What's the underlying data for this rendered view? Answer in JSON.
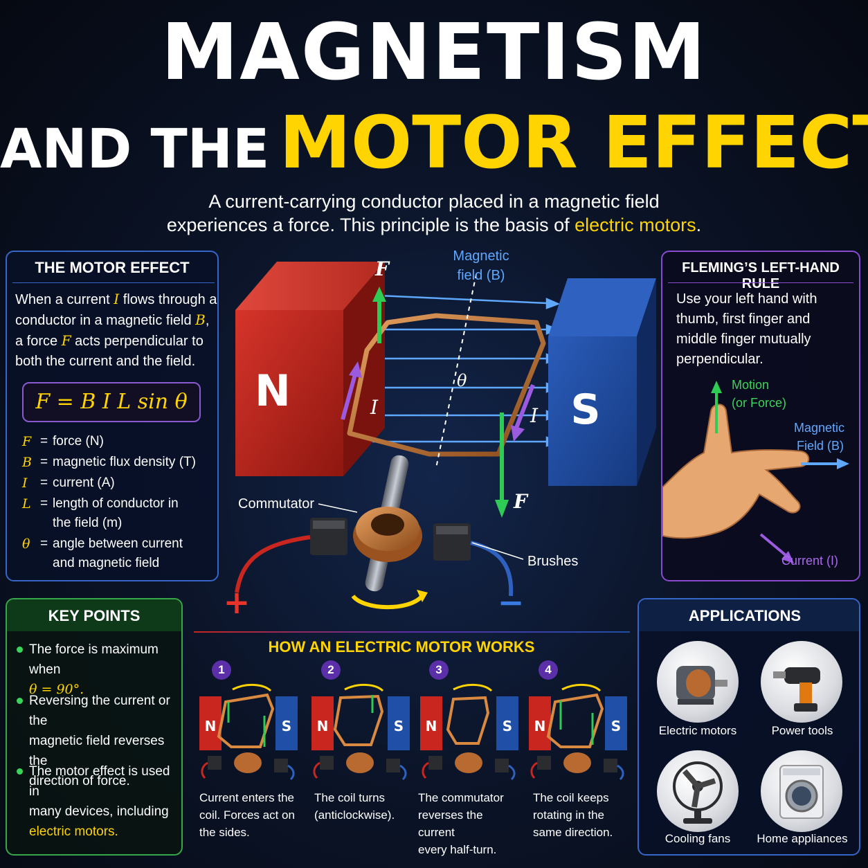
{
  "title": {
    "line1": "MAGNETISM",
    "line2_white": "AND THE",
    "line2_yellow": "MOTOR EFFECT"
  },
  "subtitle": {
    "line1": "A current-carrying conductor placed in a magnetic field",
    "line2_pre": "experiences a force. This principle is the basis of ",
    "line2_hl": "electric motors",
    "line2_post": "."
  },
  "motor_effect": {
    "heading": "THE MOTOR EFFECT",
    "desc_1": "When a current ",
    "desc_I": "I",
    "desc_2": " flows through a",
    "desc_3": "conductor in a magnetic field ",
    "desc_B": "B",
    "desc_4": ",",
    "desc_5": "a force ",
    "desc_F": "F",
    "desc_6": " acts perpendicular to",
    "desc_7": "both the current and the field.",
    "formula": "F = B I L sin θ",
    "definitions": [
      {
        "sym": "F",
        "eq": "=",
        "text": "force (N)"
      },
      {
        "sym": "B",
        "eq": "=",
        "text": "magnetic flux density (T)"
      },
      {
        "sym": "I",
        "eq": "=",
        "text": "current (A)"
      },
      {
        "sym": "L",
        "eq": "=",
        "text": "length of conductor in",
        "text2": "the field (m)"
      },
      {
        "sym": "θ",
        "eq": "=",
        "text": "angle between current",
        "text2": "and magnetic field"
      }
    ]
  },
  "diagram": {
    "north": "N",
    "south": "S",
    "force_top": "F",
    "force_bottom": "F",
    "field_1": "Magnetic",
    "field_2": "field (B)",
    "current_left": "I",
    "current_right": "I",
    "angle": "θ",
    "commutator": "Commutator",
    "brushes": "Brushes",
    "plus": "+",
    "minus": "−"
  },
  "fleming": {
    "heading": "FLEMING’S LEFT-HAND RULE",
    "desc_1": "Use your left hand with",
    "desc_2": "thumb, first finger and",
    "desc_3": "middle finger mutually",
    "desc_4": "perpendicular.",
    "motion_1": "Motion",
    "motion_2": "(or Force)",
    "field_1": "Magnetic",
    "field_2": "Field (B)",
    "current": "Current (I)"
  },
  "key_points": {
    "heading": "KEY POINTS",
    "p1a": "The force is maximum when",
    "p1b": "θ = 90°.",
    "p2a": "Reversing the current or the",
    "p2b": "magnetic field reverses the",
    "p2c": "direction of force.",
    "p3a": "The motor effect is used in",
    "p3b": "many devices, including",
    "p3c": "electric motors."
  },
  "how_motor_works": {
    "heading": "HOW AN ELECTRIC MOTOR WORKS",
    "steps": [
      {
        "num": "1",
        "l1": "Current enters the",
        "l2": "coil. Forces act on",
        "l3": "the sides."
      },
      {
        "num": "2",
        "l1": "The coil turns",
        "l2": "(anticlockwise).",
        "l3": ""
      },
      {
        "num": "3",
        "l1": "The commutator",
        "l2": "reverses the current",
        "l3": "every half-turn."
      },
      {
        "num": "4",
        "l1": "The coil keeps",
        "l2": "rotating in the",
        "l3": "same direction."
      }
    ]
  },
  "applications": {
    "heading": "APPLICATIONS",
    "items": [
      "Electric motors",
      "Power tools",
      "Cooling fans",
      "Home appliances"
    ]
  },
  "colors": {
    "yellow": "#ffd400",
    "force_green": "#2ecc55",
    "current_purple": "#9a5be0",
    "field_blue": "#5fa8ff",
    "magnet_red": "#c8261e",
    "magnet_blue": "#1f4fa6"
  }
}
